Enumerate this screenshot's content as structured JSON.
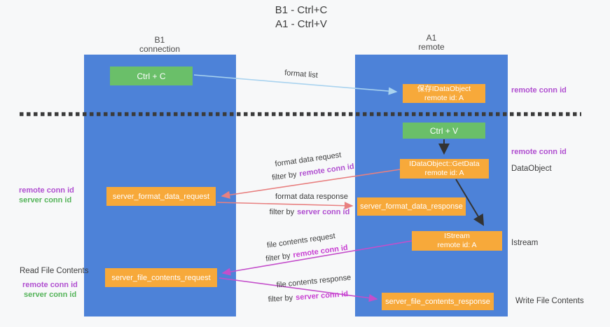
{
  "title": {
    "line1": "B1 - Ctrl+C",
    "line2": "A1 - Ctrl+V"
  },
  "lanes": {
    "left": {
      "name": "B1",
      "role": "connection"
    },
    "right": {
      "name": "A1",
      "role": "remote"
    }
  },
  "boxes": {
    "ctrl_c": {
      "label": "Ctrl + C"
    },
    "ctrl_v": {
      "label": "Ctrl + V"
    },
    "saved_idataobject": {
      "line1": "保存IDataObject",
      "line2": "remote id: A"
    },
    "getdata": {
      "line1": "IDataObject::GetData",
      "line2": "remote id: A"
    },
    "istream": {
      "line1": "IStream",
      "line2": "remote id: A"
    },
    "server_format_data_request": {
      "label": "server_format_data_request"
    },
    "server_format_data_response": {
      "label": "server_format_data_response"
    },
    "server_file_contents_request": {
      "label": "server_file_contents_request"
    },
    "server_file_contents_response": {
      "label": "server_file_contents_response"
    }
  },
  "left_labels": {
    "remote_conn_id_1": "remote conn id",
    "server_conn_id_1": "server conn id",
    "read_file_contents": "Read File Contents",
    "remote_conn_id_2": "remote conn id",
    "server_conn_id_2": "server conn id"
  },
  "right_labels": {
    "remote_conn_id_1": "remote conn id",
    "remote_conn_id_2": "remote conn id",
    "dataobject": "DataObject",
    "istream": "Istream",
    "write_file_contents": "Write File Contents"
  },
  "flow_labels": {
    "format_list": "format list",
    "format_data_request": "format data request",
    "format_data_response": "format data response",
    "file_contents_request": "file contents request",
    "file_contents_response": "file contents response",
    "filter_by": "filter by",
    "remote_conn_id": "remote conn id",
    "server_conn_id": "server conn id"
  },
  "colors": {
    "lane_blue": "#4d82d8",
    "box_green": "#6abf69",
    "box_orange": "#f7a93a",
    "purple_label": "#b04fd0",
    "magenta_label": "#c83fd2",
    "green_label": "#55b45a",
    "light_blue_arrow": "#a9d3ef",
    "salmon_arrow": "#e88080",
    "magenta_arrow": "#c44fcb",
    "black_arrow": "#333333"
  }
}
